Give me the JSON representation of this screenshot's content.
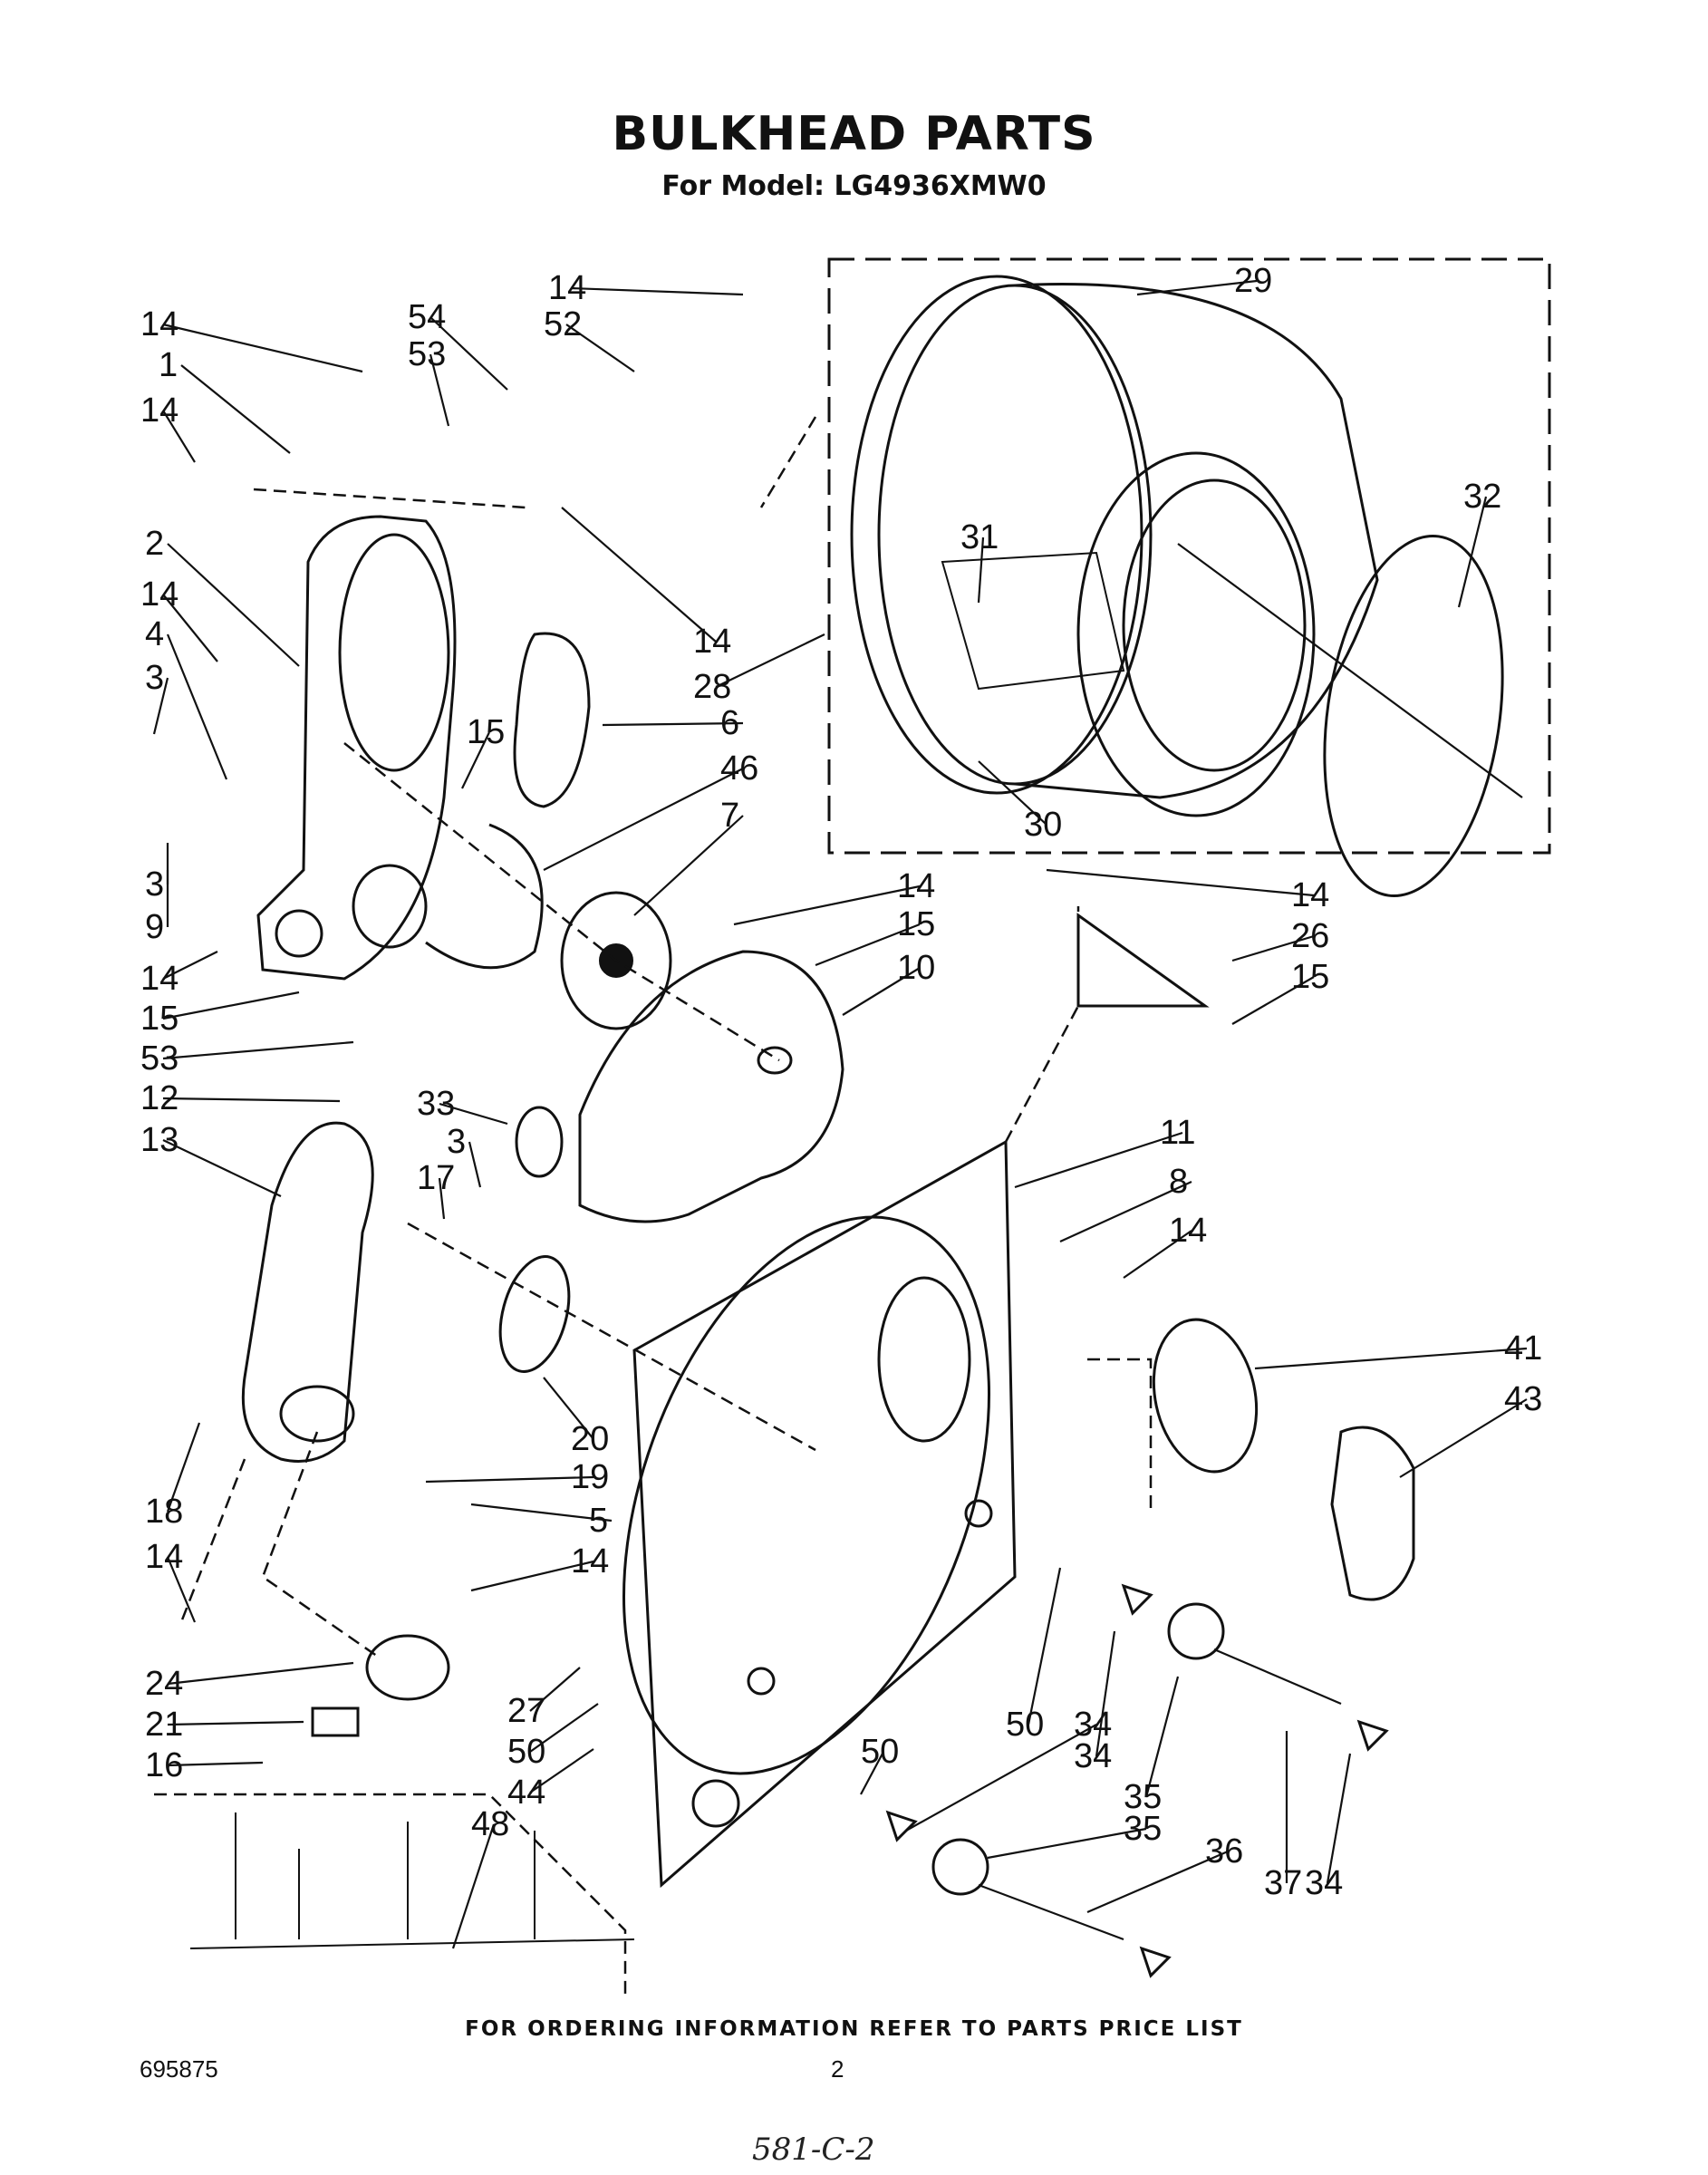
{
  "header": {
    "title": "BULKHEAD PARTS",
    "subtitle": "For Model:  LG4936XMW0"
  },
  "footer": {
    "ordering_note": "FOR ORDERING INFORMATION REFER TO PARTS PRICE LIST",
    "document_number": "695875",
    "page_number": "2",
    "handwritten_note": "581-C-2"
  },
  "callouts": [
    {
      "id": "c01",
      "text": "14"
    },
    {
      "id": "c02",
      "text": "1"
    },
    {
      "id": "c03",
      "text": "14"
    },
    {
      "id": "c04",
      "text": "54"
    },
    {
      "id": "c05",
      "text": "53"
    },
    {
      "id": "c06",
      "text": "14"
    },
    {
      "id": "c07",
      "text": "52"
    },
    {
      "id": "c08",
      "text": "29"
    },
    {
      "id": "c09",
      "text": "32"
    },
    {
      "id": "c10",
      "text": "31"
    },
    {
      "id": "c11",
      "text": "2"
    },
    {
      "id": "c12",
      "text": "14"
    },
    {
      "id": "c13",
      "text": "4"
    },
    {
      "id": "c14",
      "text": "3"
    },
    {
      "id": "c15",
      "text": "14"
    },
    {
      "id": "c16",
      "text": "28"
    },
    {
      "id": "c17",
      "text": "15"
    },
    {
      "id": "c18",
      "text": "6"
    },
    {
      "id": "c19",
      "text": "46"
    },
    {
      "id": "c20",
      "text": "7"
    },
    {
      "id": "c21",
      "text": "30"
    },
    {
      "id": "c22",
      "text": "3"
    },
    {
      "id": "c23",
      "text": "9"
    },
    {
      "id": "c24",
      "text": "14"
    },
    {
      "id": "c25",
      "text": "15"
    },
    {
      "id": "c26",
      "text": "14"
    },
    {
      "id": "c27",
      "text": "15"
    },
    {
      "id": "c28",
      "text": "10"
    },
    {
      "id": "c29",
      "text": "14"
    },
    {
      "id": "c30",
      "text": "26"
    },
    {
      "id": "c31",
      "text": "15"
    },
    {
      "id": "c32",
      "text": "53"
    },
    {
      "id": "c33",
      "text": "12"
    },
    {
      "id": "c34",
      "text": "33"
    },
    {
      "id": "c35",
      "text": "3"
    },
    {
      "id": "c36",
      "text": "13"
    },
    {
      "id": "c37",
      "text": "17"
    },
    {
      "id": "c38",
      "text": "11"
    },
    {
      "id": "c39",
      "text": "8"
    },
    {
      "id": "c40",
      "text": "14"
    },
    {
      "id": "c41",
      "text": "41"
    },
    {
      "id": "c42",
      "text": "43"
    },
    {
      "id": "c43",
      "text": "20"
    },
    {
      "id": "c44",
      "text": "19"
    },
    {
      "id": "c45",
      "text": "5"
    },
    {
      "id": "c46",
      "text": "14"
    },
    {
      "id": "c47",
      "text": "18"
    },
    {
      "id": "c48",
      "text": "14"
    },
    {
      "id": "c49",
      "text": "24"
    },
    {
      "id": "c50",
      "text": "27"
    },
    {
      "id": "c51",
      "text": "50"
    },
    {
      "id": "c52",
      "text": "21"
    },
    {
      "id": "c53",
      "text": "16"
    },
    {
      "id": "c54",
      "text": "44"
    },
    {
      "id": "c55",
      "text": "50"
    },
    {
      "id": "c56",
      "text": "34"
    },
    {
      "id": "c57",
      "text": "50"
    },
    {
      "id": "c58",
      "text": "34"
    },
    {
      "id": "c59",
      "text": "35"
    },
    {
      "id": "c60",
      "text": "35"
    },
    {
      "id": "c61",
      "text": "36"
    },
    {
      "id": "c62",
      "text": "37"
    },
    {
      "id": "c63",
      "text": "34"
    },
    {
      "id": "c64",
      "text": "48"
    }
  ]
}
